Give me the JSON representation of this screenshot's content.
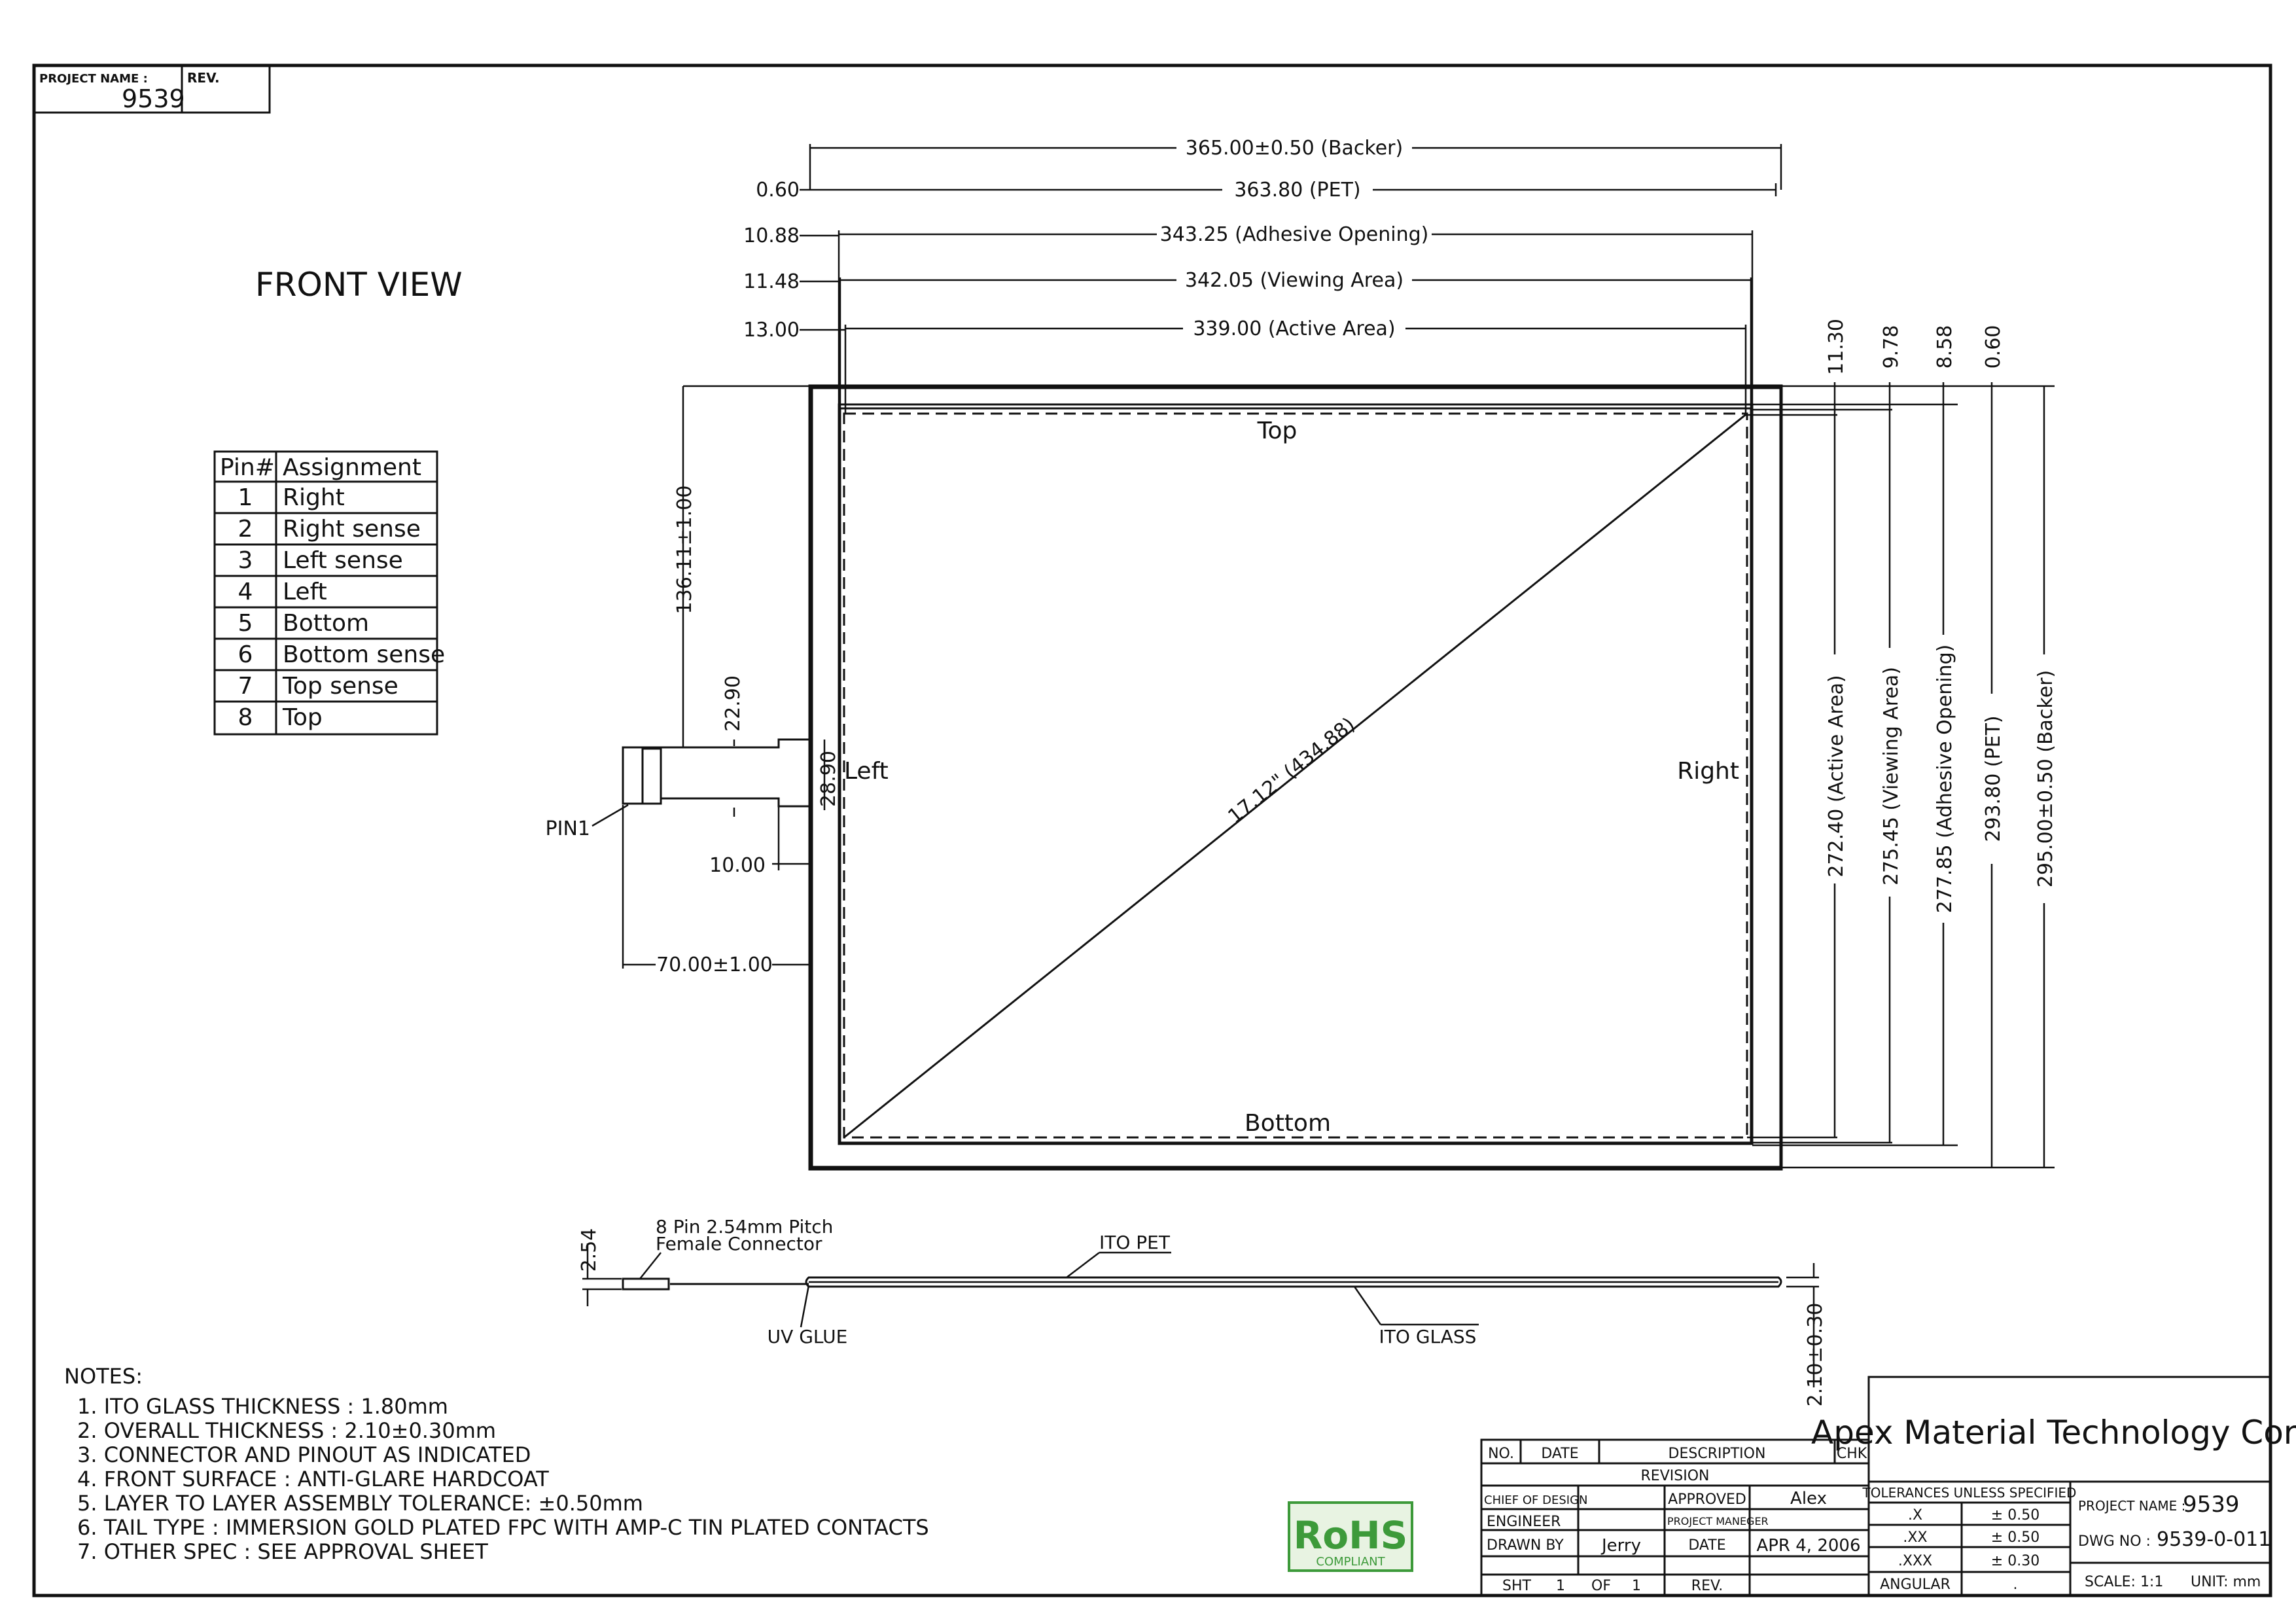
{
  "project_box": {
    "project_name_label": "PROJECT NAME :",
    "project_name": "9539",
    "rev_label": "REV."
  },
  "view_title": "FRONT VIEW",
  "pin_table": {
    "headers": [
      "Pin#",
      "Assignment"
    ],
    "rows": [
      [
        "1",
        "Right"
      ],
      [
        "2",
        "Right sense"
      ],
      [
        "3",
        "Left sense"
      ],
      [
        "4",
        "Left"
      ],
      [
        "5",
        "Bottom"
      ],
      [
        "6",
        "Bottom sense"
      ],
      [
        "7",
        "Top sense"
      ],
      [
        "8",
        "Top"
      ]
    ]
  },
  "dimensions": {
    "backer_width": "365.00±0.50 (Backer)",
    "pet_width": "363.80 (PET)",
    "adhesive_width": "343.25 (Adhesive Opening)",
    "viewing_width": "342.05 (Viewing Area)",
    "active_width": "339.00 (Active Area)",
    "left_offsets": [
      "0.60",
      "10.88",
      "11.48",
      "13.00"
    ],
    "top_offsets": [
      "11.30",
      "9.78",
      "8.58",
      "0.60"
    ],
    "active_height": "272.40 (Active Area)",
    "viewing_height": "275.45 (Viewing Area)",
    "adhesive_height": "277.85 (Adhesive Opening)",
    "pet_height": "293.80 (PET)",
    "backer_height": "295.00±0.50 (Backer)",
    "tail_position": "136.11±1.00",
    "tail_width": "22.90",
    "tail_neck": "28.90",
    "tail_offset": "10.00",
    "tail_length": "70.00±1.00",
    "diagonal": "17.12\" (434.88)",
    "connector_height": "2.54",
    "total_thickness": "2.10±0.30"
  },
  "panel_labels": {
    "top": "Top",
    "bottom": "Bottom",
    "left": "Left",
    "right": "Right",
    "pin1": "PIN1"
  },
  "side_view": {
    "connector_line1": "8 Pin 2.54mm Pitch",
    "connector_line2": "Female Connector",
    "ito_pet": "ITO PET",
    "uv_glue": "UV GLUE",
    "ito_glass": "ITO GLASS"
  },
  "notes": {
    "title": "NOTES:",
    "items": [
      "1. ITO GLASS THICKNESS : 1.80mm",
      "2. OVERALL THICKNESS : 2.10±0.30mm",
      "3. CONNECTOR AND PINOUT AS INDICATED",
      "4. FRONT SURFACE : ANTI-GLARE HARDCOAT",
      "5. LAYER TO LAYER ASSEMBLY TOLERANCE: ±0.50mm",
      "6. TAIL TYPE : IMMERSION GOLD PLATED FPC WITH AMP-C TIN PLATED CONTACTS",
      "7. OTHER SPEC : SEE APPROVAL SHEET"
    ]
  },
  "rohs": {
    "logo_text": "RoHS",
    "sub_text": "COMPLIANT"
  },
  "revision_block": {
    "headers": [
      "NO.",
      "DATE",
      "DESCRIPTION",
      "CHK"
    ],
    "revision_label": "REVISION",
    "chief_of_design": "CHIEF OF DESIGN",
    "approved_label": "APPROVED",
    "approved_by": "Alex",
    "engineer": "ENGINEER",
    "project_manager": "PROJECT MANEGER",
    "drawn_by_label": "DRAWN BY",
    "drawn_by": "Jerry",
    "date_label": "DATE",
    "date": "APR 4, 2006",
    "sht": "SHT",
    "sht_no": "1",
    "of": "OF",
    "of_no": "1",
    "rev": "REV."
  },
  "title_block": {
    "company": "Apex Material Technology Corp.",
    "tolerances_label": "TOLERANCES UNLESS SPECIFIED",
    "tolerances": [
      [
        ".X",
        "± 0.50"
      ],
      [
        ".XX",
        "± 0.50"
      ],
      [
        ".XXX",
        "± 0.30"
      ],
      [
        "ANGULAR",
        "."
      ]
    ],
    "project_name_label": "PROJECT NAME :",
    "project_name": "9539",
    "dwg_no_label": "DWG NO :",
    "dwg_no": "9539-0-011",
    "scale": "SCALE: 1:1",
    "unit": "UNIT: mm"
  },
  "colors": {
    "line": "#111111",
    "rohs_green": "#3d9a3a",
    "rohs_bg": "#e8f3e2"
  }
}
